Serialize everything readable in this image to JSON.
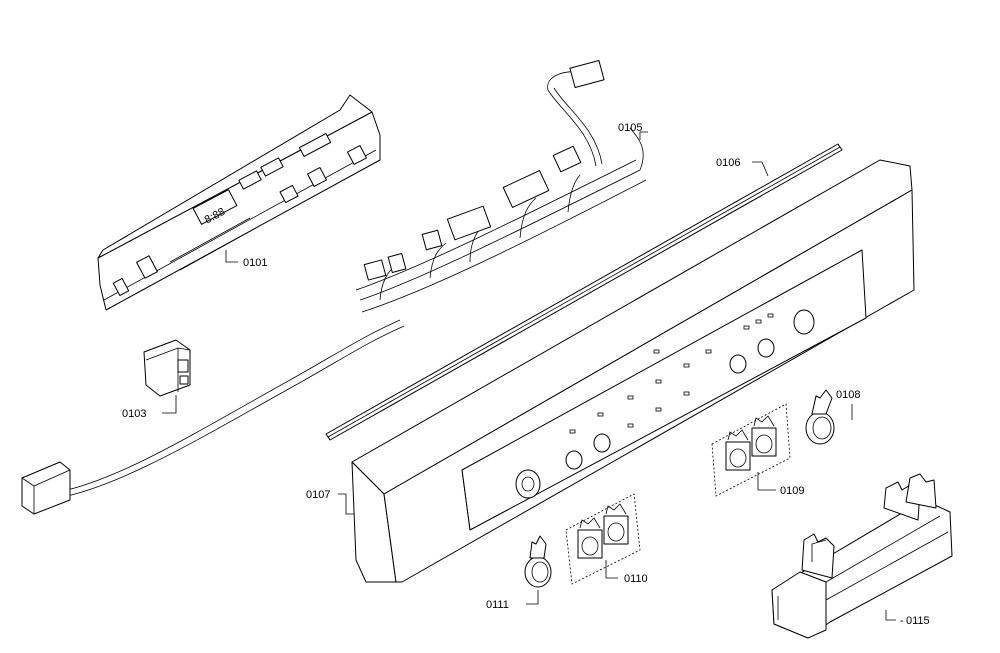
{
  "callouts": {
    "p0101": "0101",
    "p0103": "0103",
    "p0105": "0105",
    "p0106": "0106",
    "p0107": "0107",
    "p0108": "0108",
    "p0109": "0109",
    "p0110": "0110",
    "p0111": "0111",
    "p0115": "0115"
  },
  "display_text": "8:88",
  "colors": {
    "line": "#000000",
    "background": "#ffffff"
  }
}
